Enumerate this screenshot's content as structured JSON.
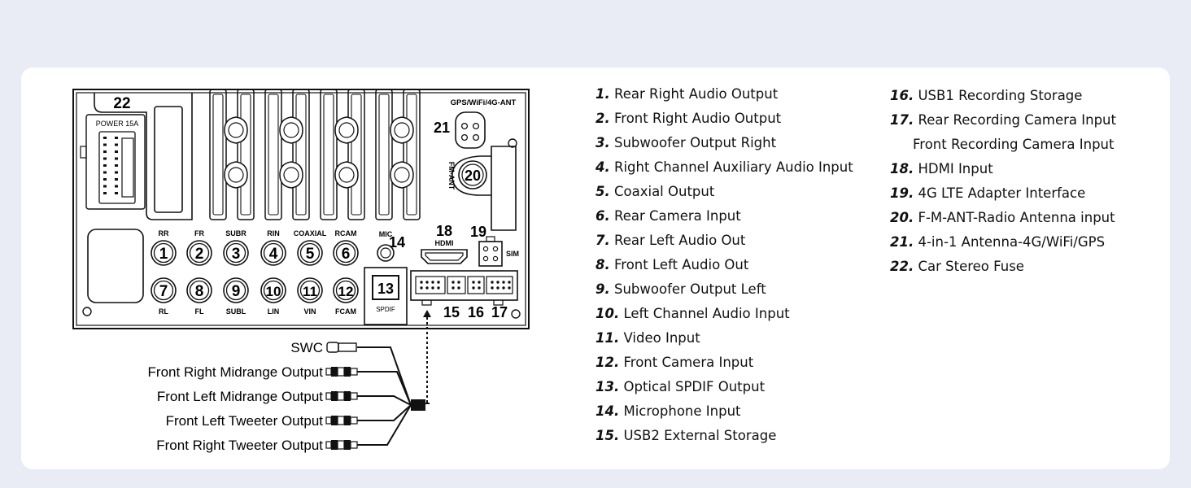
{
  "panel": {
    "fuse_number": "22",
    "power_label": "POWER 15A",
    "gps_label": "GPS/WiFi/4G-ANT",
    "gps_number": "21",
    "fm_label": "FM-ANT",
    "fm_number": "20",
    "sim_label": "SIM",
    "sim_number": "19",
    "hdmi_label": "HDMI",
    "hdmi_number": "18",
    "mic_label": "MIC",
    "mic_number": "14",
    "spdif_label": "SPDIF",
    "spdif_number": "13",
    "usb_numbers": [
      "15",
      "16",
      "17"
    ],
    "top_jacks": [
      {
        "label": "RR",
        "num": "1"
      },
      {
        "label": "FR",
        "num": "2"
      },
      {
        "label": "SUBR",
        "num": "3"
      },
      {
        "label": "RIN",
        "num": "4"
      },
      {
        "label": "COAXIAL",
        "num": "5"
      },
      {
        "label": "RCAM",
        "num": "6"
      }
    ],
    "bottom_jacks": [
      {
        "label": "RL",
        "num": "7"
      },
      {
        "label": "FL",
        "num": "8"
      },
      {
        "label": "SUBL",
        "num": "9"
      },
      {
        "label": "LIN",
        "num": "10"
      },
      {
        "label": "VIN",
        "num": "11"
      },
      {
        "label": "FCAM",
        "num": "12"
      }
    ]
  },
  "cables": [
    "SWC",
    "Front Right Midrange Output",
    "Front Left Midrange Output",
    "Front Left Tweeter Output",
    "Front Right Tweeter Output"
  ],
  "legend_left": [
    {
      "num": "1.",
      "text": "Rear Right Audio Output"
    },
    {
      "num": "2.",
      "text": "Front Right Audio Output"
    },
    {
      "num": "3.",
      "text": "Subwoofer Output Right"
    },
    {
      "num": "4.",
      "text": "Right Channel Auxiliary Audio Input"
    },
    {
      "num": "5.",
      "text": "Coaxial Output"
    },
    {
      "num": "6.",
      "text": "Rear Camera Input"
    },
    {
      "num": "7.",
      "text": "Rear Left Audio Out"
    },
    {
      "num": "8.",
      "text": "Front Left Audio Out"
    },
    {
      "num": "9.",
      "text": "Subwoofer Output Left"
    },
    {
      "num": "10.",
      "text": "Left Channel Audio Input"
    },
    {
      "num": "11.",
      "text": "Video Input"
    },
    {
      "num": "12.",
      "text": "Front Camera Input"
    },
    {
      "num": "13.",
      "text": "Optical SPDIF Output"
    },
    {
      "num": "14.",
      "text": "Microphone Input"
    },
    {
      "num": "15.",
      "text": "USB2 External Storage"
    }
  ],
  "legend_right": [
    {
      "num": "16.",
      "text": "USB1 Recording Storage"
    },
    {
      "num": "17.",
      "text": "Rear Recording Camera Input"
    },
    {
      "num": "",
      "text": "Front Recording Camera Input"
    },
    {
      "num": "18.",
      "text": "HDMI Input"
    },
    {
      "num": "19.",
      "text": "4G LTE Adapter Interface"
    },
    {
      "num": "20.",
      "text": "F-M-ANT-Radio Antenna input"
    },
    {
      "num": "21.",
      "text": "4-in-1 Antenna-4G/WiFi/GPS"
    },
    {
      "num": "22.",
      "text": "Car Stereo Fuse"
    }
  ]
}
